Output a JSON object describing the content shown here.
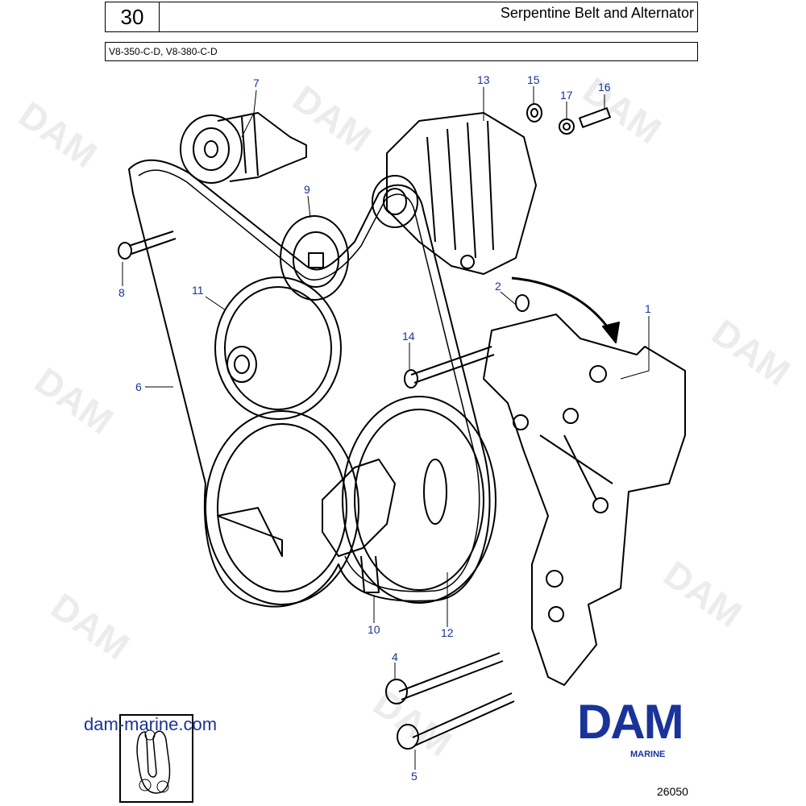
{
  "header": {
    "section_number": "30",
    "title": "Serpentine Belt and Alternator"
  },
  "subheader": {
    "models": "V8-350-C-D, V8-380-C-D"
  },
  "callouts": [
    {
      "id": "1",
      "label": "1"
    },
    {
      "id": "2",
      "label": "2"
    },
    {
      "id": "4",
      "label": "4"
    },
    {
      "id": "5",
      "label": "5"
    },
    {
      "id": "6",
      "label": "6"
    },
    {
      "id": "7",
      "label": "7"
    },
    {
      "id": "8",
      "label": "8"
    },
    {
      "id": "9",
      "label": "9"
    },
    {
      "id": "10",
      "label": "10"
    },
    {
      "id": "11",
      "label": "11"
    },
    {
      "id": "12",
      "label": "12"
    },
    {
      "id": "13",
      "label": "13"
    },
    {
      "id": "14",
      "label": "14"
    },
    {
      "id": "15",
      "label": "15"
    },
    {
      "id": "16",
      "label": "16"
    },
    {
      "id": "17",
      "label": "17"
    }
  ],
  "watermark": {
    "text": "DAM"
  },
  "footer": {
    "website": "dam-marine.com",
    "logo_text": "DAM",
    "logo_subtext": "MARINE",
    "drawing_number": "26050"
  },
  "colors": {
    "callout": "#1a3399",
    "logo": "#1a3399",
    "line": "#000000",
    "watermark": "#ececec"
  }
}
